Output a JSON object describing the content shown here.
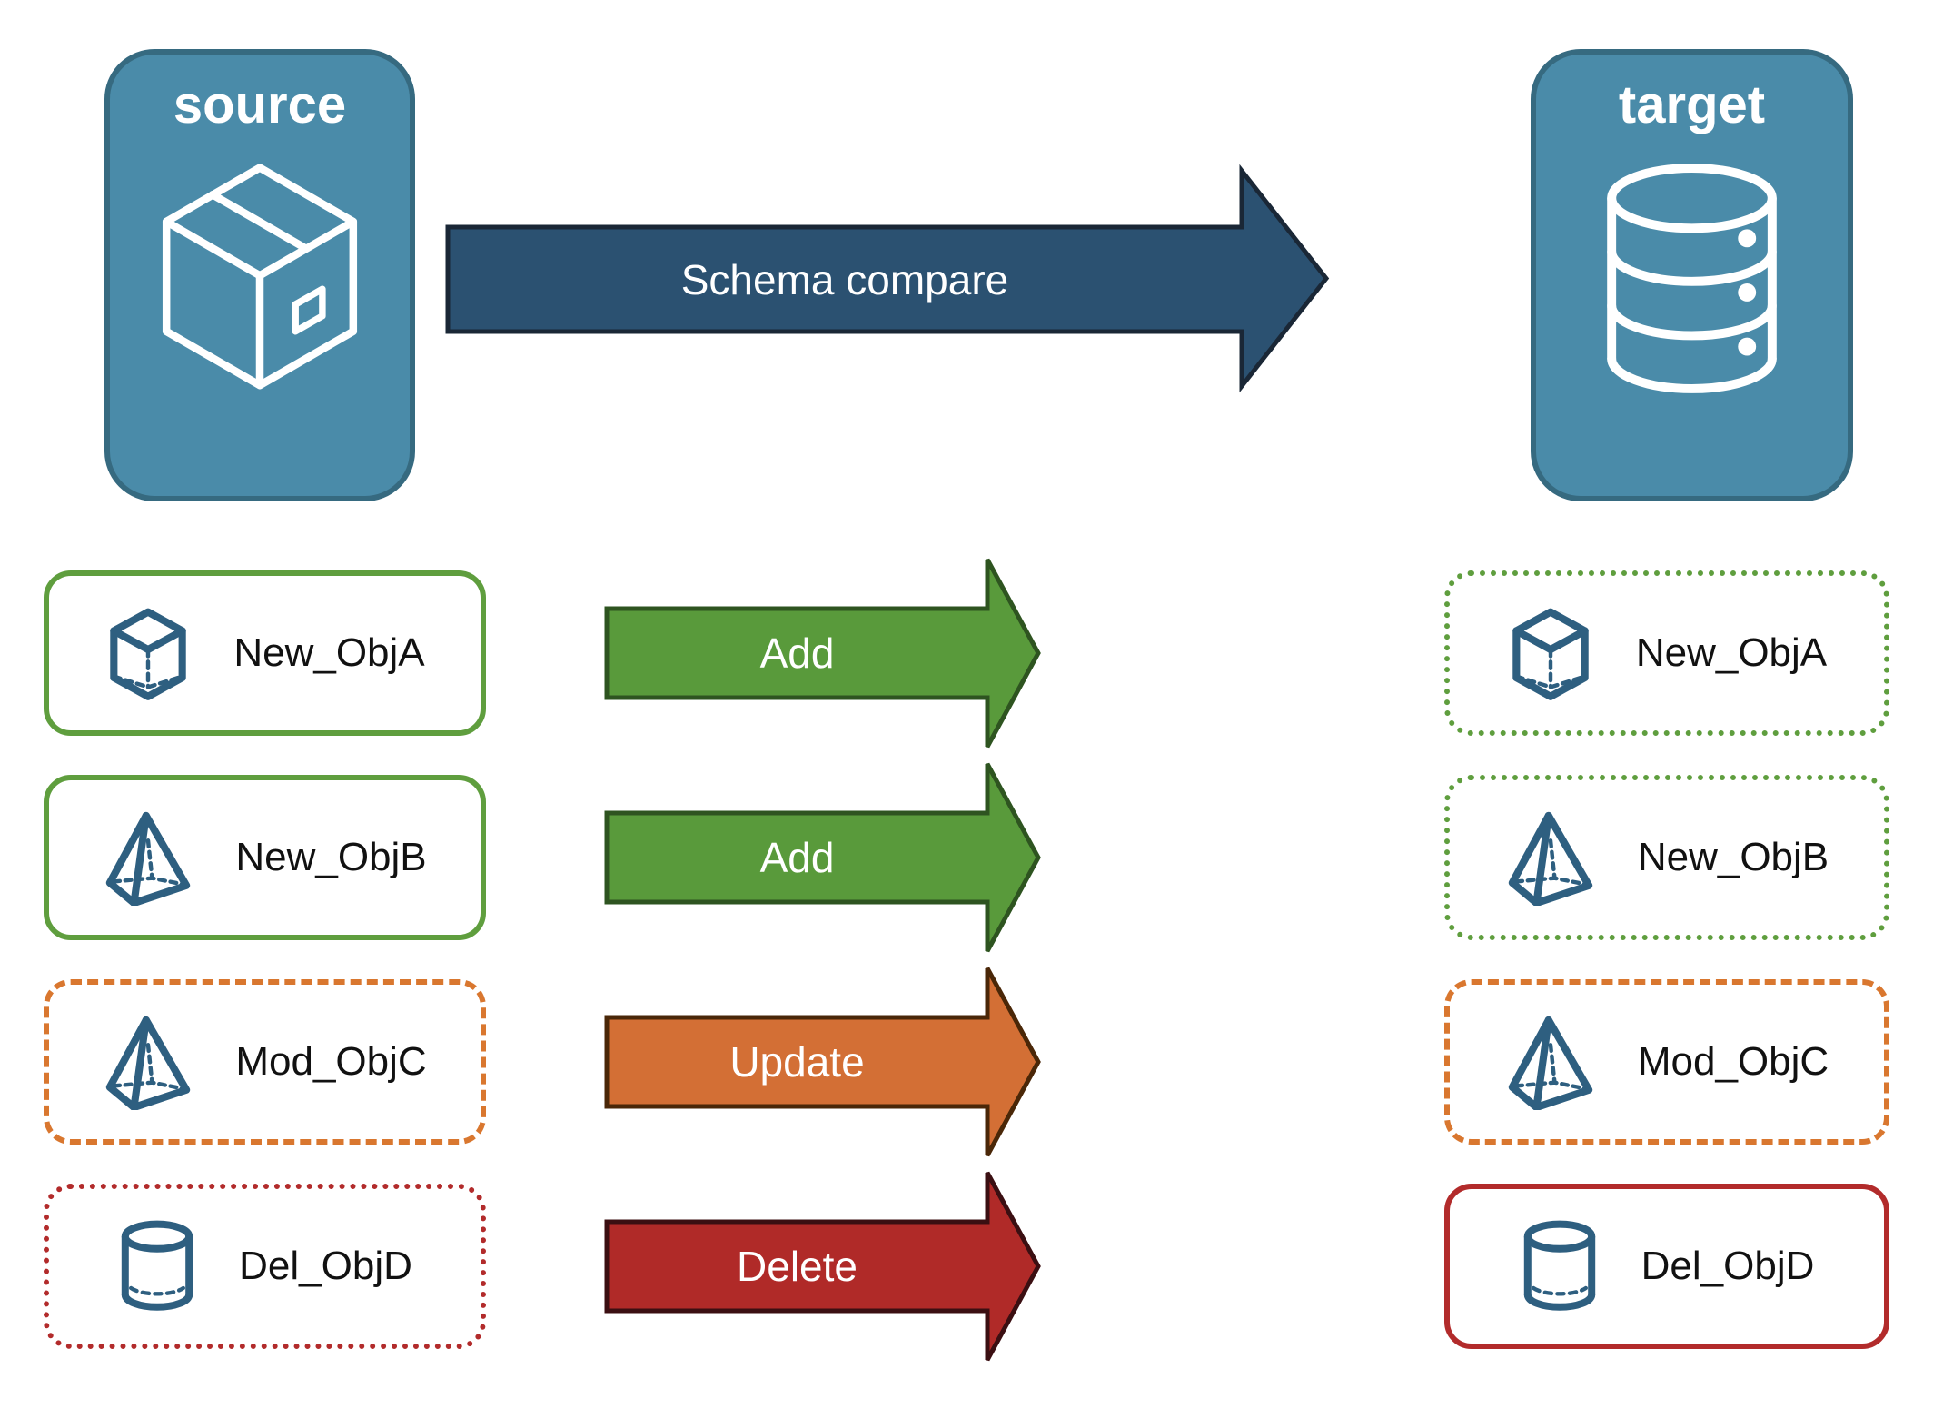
{
  "diagram": {
    "source": {
      "label": "source",
      "icon": "package-icon"
    },
    "target": {
      "label": "target",
      "icon": "database-icon"
    },
    "compare_arrow": {
      "label": "Schema compare",
      "fill": "#2B5171",
      "outline": "#1A2736"
    }
  },
  "rows": [
    {
      "object": "New_ObjA",
      "icon": "cube-icon",
      "action": "Add",
      "arrow_fill": "#599A3B",
      "arrow_outline": "#2E5420",
      "box_color": "#5F9E3E",
      "source_border": "solid",
      "target_border": "dotted"
    },
    {
      "object": "New_ObjB",
      "icon": "pyramid-icon",
      "action": "Add",
      "arrow_fill": "#599A3B",
      "arrow_outline": "#2E5420",
      "box_color": "#5F9E3E",
      "source_border": "solid",
      "target_border": "dotted"
    },
    {
      "object": "Mod_ObjC",
      "icon": "pyramid-icon",
      "action": "Update",
      "arrow_fill": "#D36F35",
      "arrow_outline": "#4A2708",
      "box_color": "#D9772F",
      "source_border": "dashed",
      "target_border": "dashed"
    },
    {
      "object": "Del_ObjD",
      "icon": "cylinder-icon",
      "action": "Delete",
      "arrow_fill": "#B02A28",
      "arrow_outline": "#3B0F12",
      "box_color": "#B22B2B",
      "source_border": "dotted",
      "target_border": "solid"
    }
  ],
  "colors": {
    "node_fill": "#4A8BA9",
    "node_border": "#366A80",
    "object_icon": "#2E5F80",
    "label_text": "#111111",
    "arrow_text": "#FFFFFF"
  }
}
